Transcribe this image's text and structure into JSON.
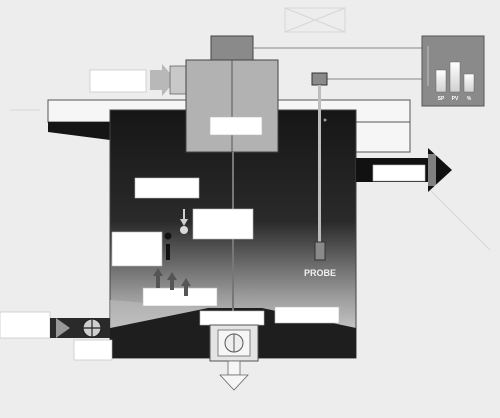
{
  "probe": {
    "label": "PROBE"
  },
  "controller": {
    "bars": [
      {
        "label": "SP",
        "level": 0.55
      },
      {
        "label": "PV",
        "level": 0.75
      },
      {
        "label": "%",
        "level": 0.45
      }
    ]
  },
  "colors": {
    "tank_dark": "#1a1a1a",
    "tank_light": "#e6e6e6",
    "motor_gray": "#b0b0b0",
    "controller_bg": "#8a8a8a",
    "background": "#ededed"
  }
}
